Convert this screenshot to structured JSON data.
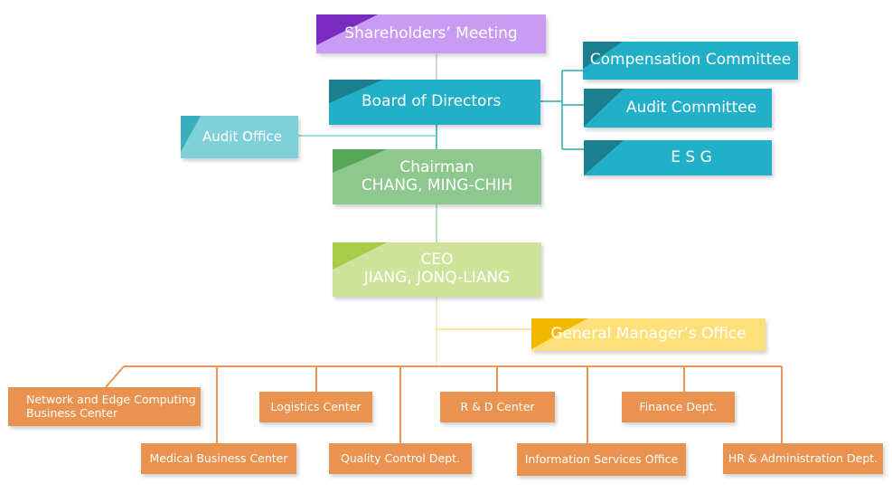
{
  "colors": {
    "purple": "#c89cf2",
    "purple_dark": "#7a2cc0",
    "teal": "#22b0c8",
    "teal_dark": "#1c7f8f",
    "teal_light": "#7fd0d8",
    "teal_light_dark": "#3ab0be",
    "green": "#8fc88e",
    "green_dark": "#55a656",
    "lime": "#cfe39a",
    "lime_dark": "#a8cc4a",
    "yellow": "#fde07a",
    "yellow_dark": "#f2b800",
    "orange": "#ea9350",
    "line_orange": "#e8945a",
    "line_grey": "#b9b9b9"
  },
  "nodes": {
    "shareholders": "Shareholders’   Meeting",
    "board": "Board of Directors",
    "compensation": "Compensation Committee",
    "audit_committee": "Audit Committee",
    "esg": "E S G",
    "audit_office": "Audit Office",
    "chairman_title": "Chairman",
    "chairman_name": "CHANG, MING-CHIH",
    "ceo_title": "CEO",
    "ceo_name": "JIANG, JONQ-LIANG",
    "gm_office": "General Manager’s Office"
  },
  "departments": [
    {
      "line1": "Network and Edge Computing",
      "line2": "Business Center"
    },
    {
      "line1": "Medical Business Center"
    },
    {
      "line1": "Logistics Center"
    },
    {
      "line1": "Quality Control Dept."
    },
    {
      "line1": "R & D Center"
    },
    {
      "line1": "Information Services Office"
    },
    {
      "line1": "Finance Dept."
    },
    {
      "line1": "HR & Administration Dept."
    }
  ]
}
